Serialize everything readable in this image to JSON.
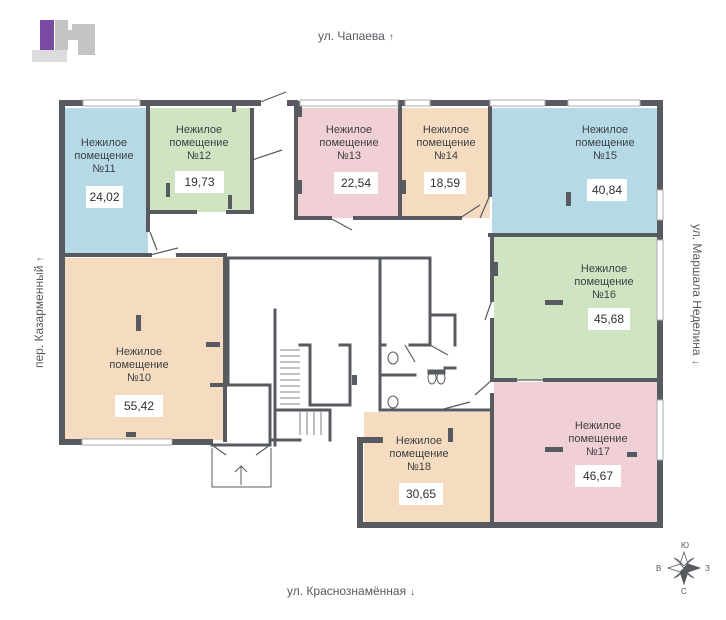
{
  "streets": {
    "top": "ул. Чапаева",
    "bottom": "ул. Краснознамённая",
    "left": "пер. Казарменный",
    "right": "ул. Маршала Неделина",
    "arrow_up": "↑",
    "arrow_down": "↓"
  },
  "room_kind_line1": "Нежилое",
  "room_kind_line2": "помещение",
  "rooms": [
    {
      "number": "№11",
      "area": "24,02",
      "color": "#b6d9e6"
    },
    {
      "number": "№12",
      "area": "19,73",
      "color": "#cfe5c1"
    },
    {
      "number": "№13",
      "area": "22,54",
      "color": "#f0cfd5"
    },
    {
      "number": "№14",
      "area": "18,59",
      "color": "#f5dcc0"
    },
    {
      "number": "№15",
      "area": "40,84",
      "color": "#b6d9e6"
    },
    {
      "number": "№16",
      "area": "45,68",
      "color": "#cfe5c1"
    },
    {
      "number": "№10",
      "area": "55,42",
      "color": "#f5dcc0"
    },
    {
      "number": "№17",
      "area": "46,67",
      "color": "#f0cfd5"
    },
    {
      "number": "№18",
      "area": "30,65",
      "color": "#f5dcc0"
    }
  ],
  "compass": {
    "north": "Ю",
    "south": "С",
    "west": "В",
    "east": "З"
  },
  "colors": {
    "wall": "#575b60",
    "accent": "#7a4aa3",
    "key_gray": "#b8b8b8"
  },
  "icons": [
    "building-key-icon",
    "compass-rose-icon",
    "entrance-arrow-icon",
    "stairs-icon",
    "toilet-icon"
  ]
}
